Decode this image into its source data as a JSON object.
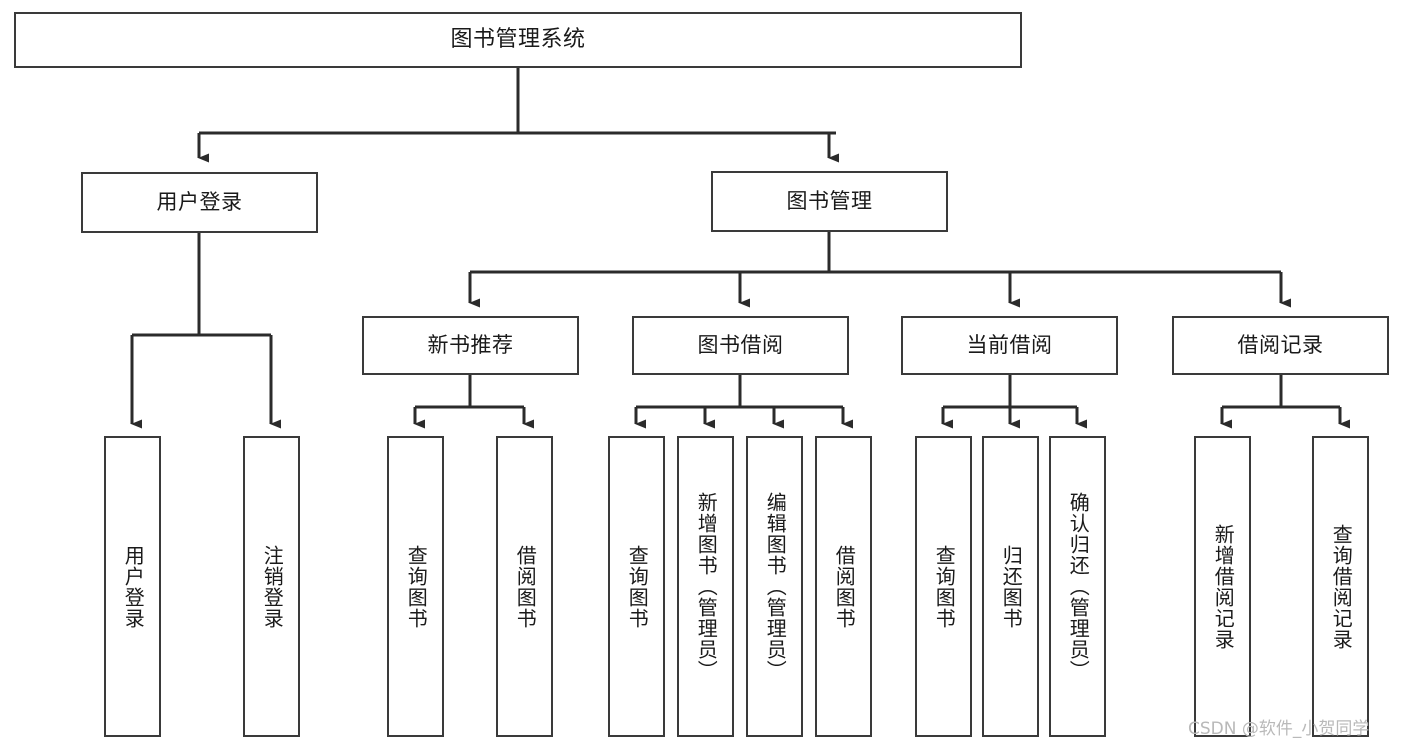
{
  "diagram": {
    "title": "图书管理系统",
    "type": "tree-hierarchy-diagram",
    "watermark": "CSDN @软件_小贺同学",
    "colors": {
      "background": "#ffffff",
      "box_border": "#3a3a3a",
      "box_fill": "#ffffff",
      "connector": "#2b2b2b",
      "text": "#1a1a1a",
      "watermark": "#b9b9b9"
    },
    "nodes": {
      "root": {
        "label": "图书管理系统"
      },
      "level1": [
        {
          "id": "user-login",
          "label": "用户登录"
        },
        {
          "id": "book-management",
          "label": "图书管理"
        }
      ],
      "level2": [
        {
          "id": "new-book-recommend",
          "label": "新书推荐"
        },
        {
          "id": "book-borrow",
          "label": "图书借阅"
        },
        {
          "id": "current-borrow",
          "label": "当前借阅"
        },
        {
          "id": "borrow-record",
          "label": "借阅记录"
        }
      ],
      "leaves": {
        "user-login": [
          {
            "id": "leaf-user-login",
            "label": "用户登录"
          },
          {
            "id": "leaf-user-logout",
            "label": "注销登录"
          }
        ],
        "new-book-recommend": [
          {
            "id": "leaf-query-book-1",
            "label": "查询图书"
          },
          {
            "id": "leaf-borrow-book-1",
            "label": "借阅图书"
          }
        ],
        "book-borrow": [
          {
            "id": "leaf-query-book-2",
            "label": "查询图书"
          },
          {
            "id": "leaf-add-book",
            "label": "新增图书（管理员）"
          },
          {
            "id": "leaf-edit-book",
            "label": "编辑图书（管理员）"
          },
          {
            "id": "leaf-borrow-book-2",
            "label": "借阅图书"
          }
        ],
        "current-borrow": [
          {
            "id": "leaf-query-book-3",
            "label": "查询图书"
          },
          {
            "id": "leaf-return-book",
            "label": "归还图书"
          },
          {
            "id": "leaf-confirm-return",
            "label": "确认归还（管理员）"
          }
        ],
        "borrow-record": [
          {
            "id": "leaf-add-record",
            "label": "新增借阅记录"
          },
          {
            "id": "leaf-query-record",
            "label": "查询借阅记录"
          }
        ]
      }
    }
  }
}
